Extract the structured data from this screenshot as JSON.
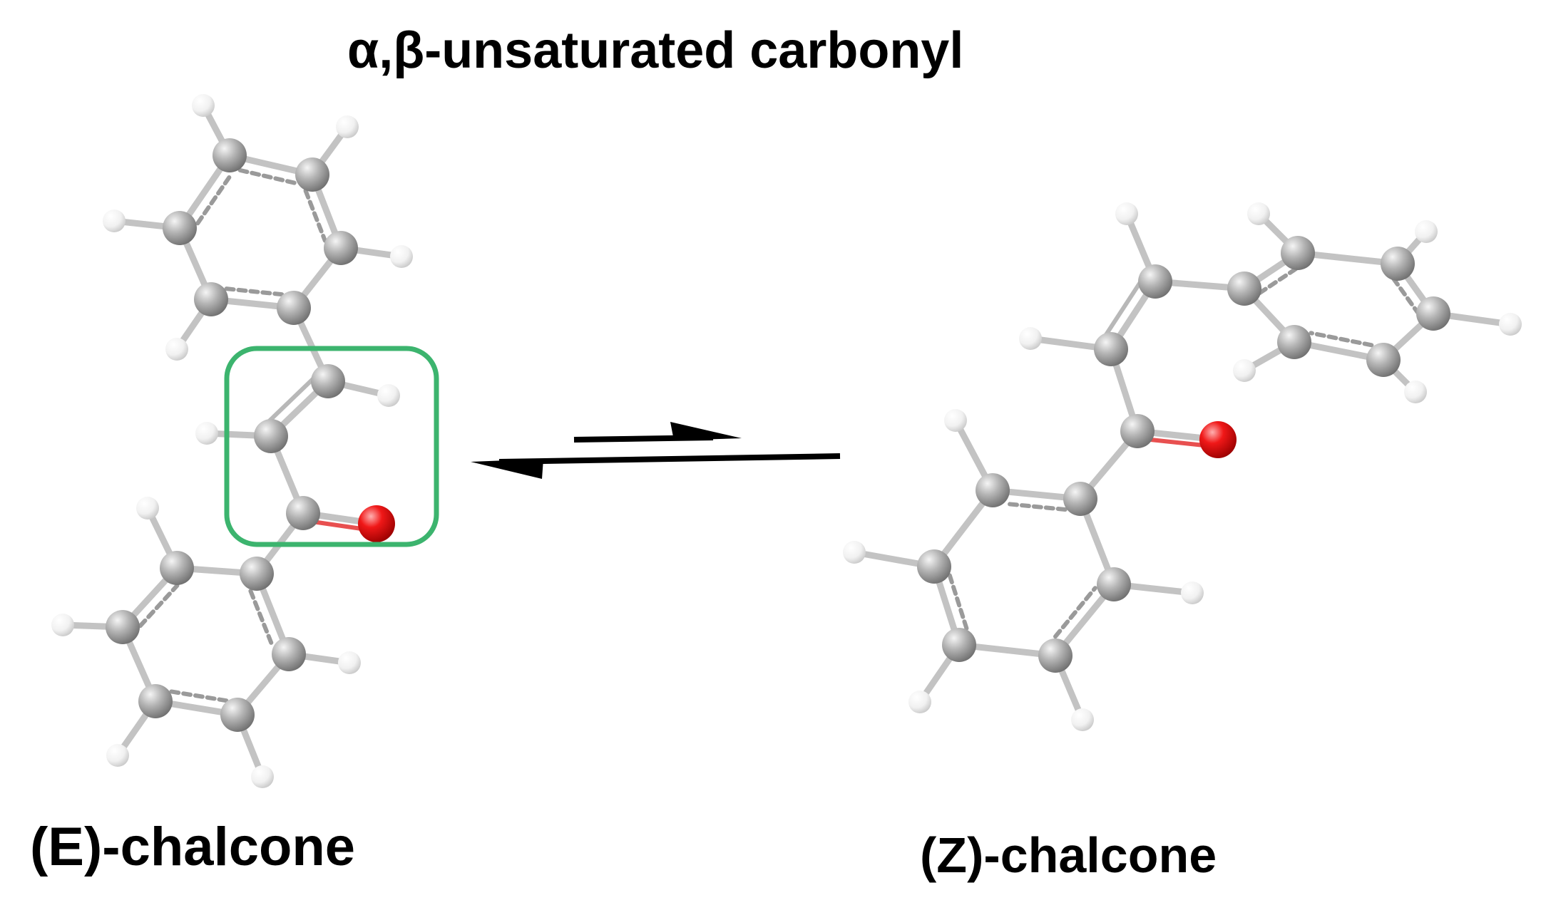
{
  "title": "α,β-unsaturated carbonyl",
  "molecules": {
    "e_isomer": {
      "label": "(E)-chalcone"
    },
    "z_isomer": {
      "label": "(Z)-chalcone"
    }
  },
  "colors": {
    "carbon": "#a6a6a6",
    "hydrogen": "#f2f2f2",
    "oxygen": "#e0141e",
    "bond": "#c3c3c3",
    "highlight": "#3cb46e",
    "arrow": "#000000"
  },
  "highlight_region": "alpha-beta-unsaturated carbonyl of (E)-chalcone",
  "equilibrium_symbol": "equilibrium-arrows"
}
